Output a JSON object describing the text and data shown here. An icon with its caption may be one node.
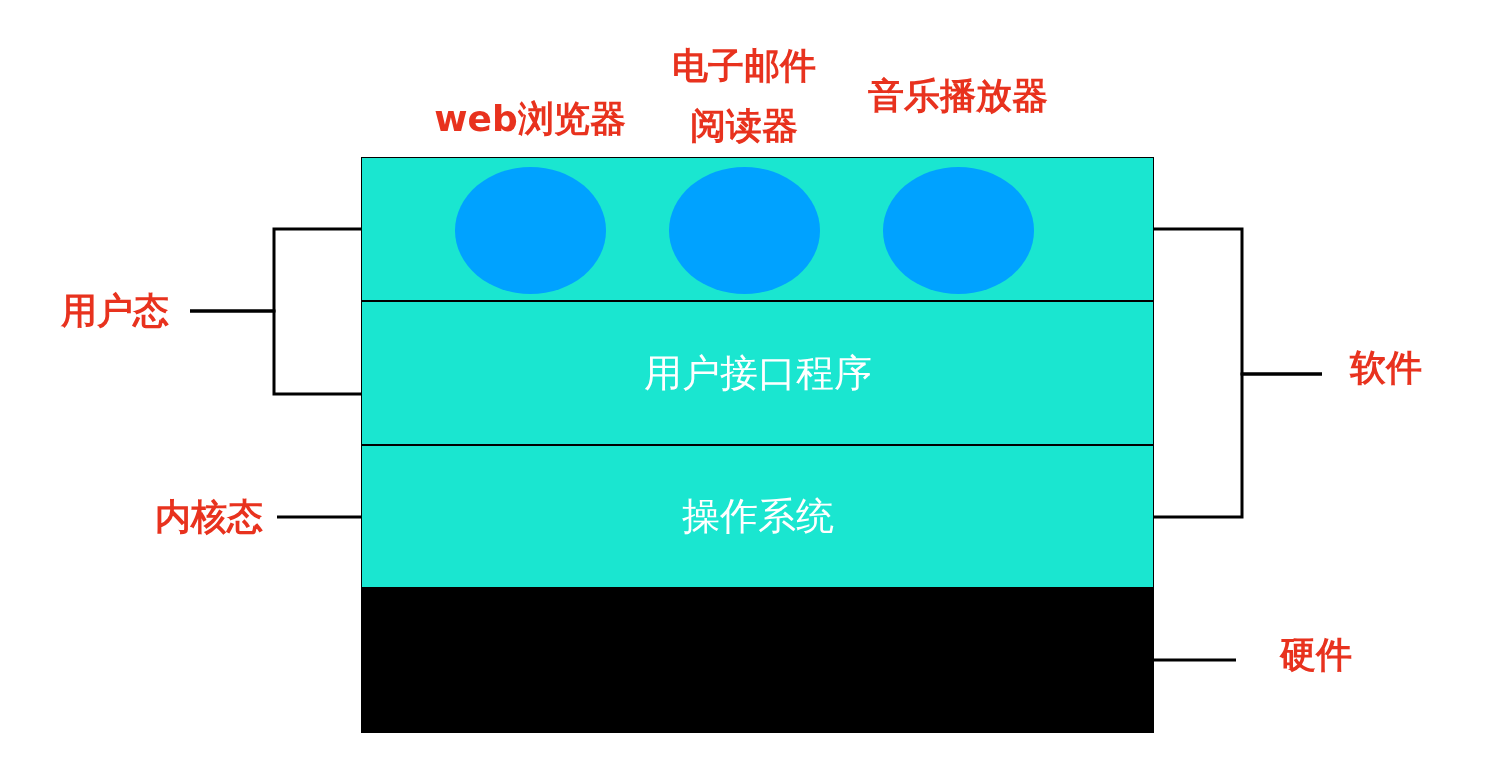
{
  "diagram": {
    "nodes": [
      {
        "text": [],
        "shape": "box"
      },
      {
        "text": [
          "web浏览器"
        ],
        "in": 0
      },
      {
        "text": [
          "电子邮件阅读器"
        ],
        "in": 0
      },
      {
        "text": [
          "音乐播放器"
        ],
        "in": 0
      },
      {
        "text": [
          "用户接口程序"
        ]
      },
      {
        "text": [
          "操作系统"
        ]
      },
      {
        "text": [],
        "shape": "box"
      },
      {
        "text": [
          "用户态"
        ]
      },
      {
        "text": [
          "内核态"
        ]
      },
      {
        "text": [
          "软件"
        ]
      },
      {
        "text": [
          "硬件"
        ]
      }
    ],
    "edges": [
      {
        "from": 7,
        "to": 0,
        "arrow": "none"
      },
      {
        "from": 7,
        "to": 4,
        "arrow": "none"
      },
      {
        "from": 8,
        "to": 5,
        "arrow": "none"
      },
      {
        "from": 9,
        "to": 0,
        "arrow": "none"
      },
      {
        "from": 9,
        "to": 5,
        "arrow": "none"
      },
      {
        "from": 10,
        "to": 6,
        "arrow": "none"
      }
    ]
  }
}
